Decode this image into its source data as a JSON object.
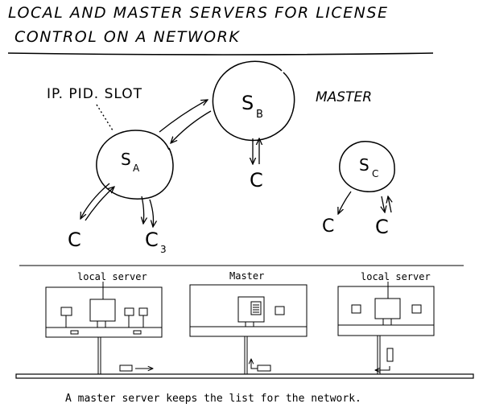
{
  "title": {
    "line1": "LOCAL AND MASTER SERVERS FOR LICENSE",
    "line2": "CONTROL ON A NETWORK"
  },
  "sketch": {
    "annotation": "IP. PID. SLOT",
    "master_label": "MASTER",
    "server_a": {
      "main": "S",
      "sub": "A"
    },
    "server_b": {
      "main": "S",
      "sub": "B"
    },
    "server_c": {
      "main": "S",
      "sub": "C"
    },
    "client_b": "C",
    "client_a_left": "C",
    "client_a_right": {
      "main": "C",
      "sub": "3"
    },
    "client_c_left": "C",
    "client_c_right": "C"
  },
  "network": {
    "left_label": "local server",
    "middle_label": "Master",
    "right_label": "local server"
  },
  "caption": "A master server keeps the list for the network."
}
